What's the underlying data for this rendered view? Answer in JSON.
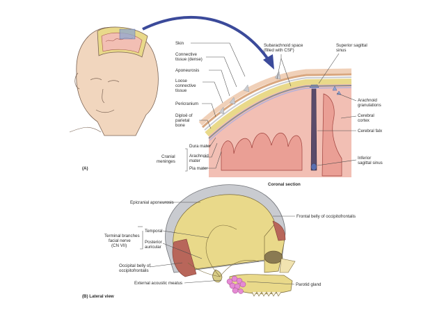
{
  "panel_a": {
    "tag": "(A)",
    "caption": "Coronal section",
    "scalp_labels": {
      "skin": "Skin",
      "connective": "Connective",
      "connective_sub": "tissue (dense)",
      "aponeurosis": "Aponeurosis",
      "loose": "Loose",
      "loose_sub1": "connective",
      "loose_sub2": "tissue",
      "pericranium": "Pericranium",
      "diploe": "Diploë of",
      "diploe_sub": "parietal",
      "diploe_sub2": "bone"
    },
    "meninges": {
      "group": "Cranial",
      "group_sub": "meninges",
      "dura": "Dura mater",
      "arachnoid": "Arachnoid",
      "arachnoid_sub": "mater",
      "pia": "Pia mater"
    },
    "right_labels": {
      "subarachnoid": "Subarachnoid space",
      "subarachnoid_sub": "(filled with CSF)",
      "sss": "Superior sagittal",
      "sss_sub": "sinus",
      "granulations": "Arachnoid",
      "granulations_sub": "granulations",
      "cortex": "Cerebral",
      "cortex_sub": "cortex",
      "falx": "Cerebral falx",
      "iss": "Inferior",
      "iss_sub": "sagittal sinus"
    }
  },
  "panel_b": {
    "tag": "(B) Lateral view",
    "labels": {
      "epicranial": "Epicranial aponeurosis",
      "frontal": "Frontal belly of occipitofrontalis",
      "terminal": "Terminal branches",
      "terminal_sub1": "facial nerve",
      "terminal_sub2": "(CN VII)",
      "temporal": "Temporal",
      "posterior": "Posterior",
      "posterior_sub": "auricular",
      "occipital": "Occipital belly of",
      "occipital_sub": "occipitofrontalis",
      "acoustic": "External acoustic meatus",
      "parotid": "Parotid gland"
    }
  },
  "colors": {
    "skin": "#f1d6be",
    "bone": "#e9d98a",
    "brain": "#f2bfb4",
    "arrow": "#3b4a9a",
    "muscle": "#b8665a",
    "aponeurosis": "#c9cbd0",
    "parotid": "#e58bd4"
  }
}
